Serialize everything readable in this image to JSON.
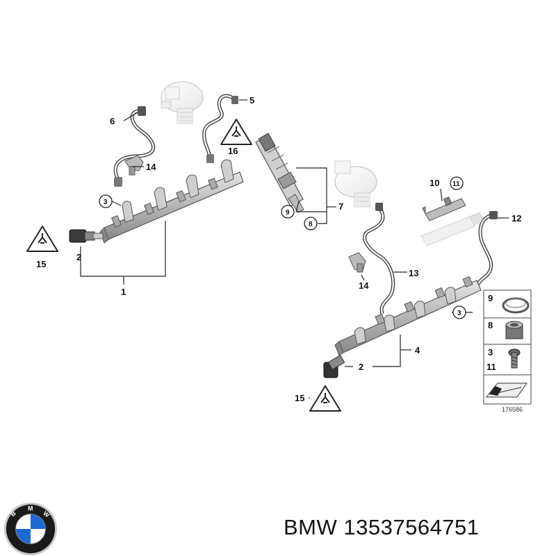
{
  "diagram_number": "176586",
  "labels": {
    "l1": "1",
    "l2a": "2",
    "l2b": "2",
    "l3a": "3",
    "l3b": "3",
    "l4": "4",
    "l5": "5",
    "l6": "6",
    "l7": "7",
    "l8": "8",
    "l9": "9",
    "l10": "10",
    "l11": "11",
    "l12": "12",
    "l13": "13",
    "l14a": "14",
    "l14b": "14",
    "l15a": "15",
    "l15b": "15",
    "l16": "16"
  },
  "legend": {
    "row1": "9",
    "row2": "8",
    "row3a": "3",
    "row3b": "11"
  },
  "caption": {
    "brand": "BMW",
    "part_number": "13537564751"
  },
  "logo": {
    "text_b": "B",
    "text_m": "M",
    "text_w": "W",
    "colors": {
      "ring": "#1a1a1a",
      "blue": "#1c69d4",
      "white": "#ffffff",
      "outer": "#c8c8c8"
    }
  }
}
